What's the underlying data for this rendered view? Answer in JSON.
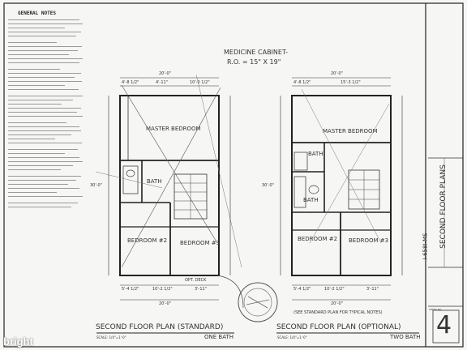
{
  "notes": {
    "title": "GENERAL NOTES"
  },
  "header": {
    "line1": "MEDICINE CABINET-",
    "line2": "R.O. = 15\" X 19\""
  },
  "plan_left": {
    "title": "SECOND FLOOR PLAN (STANDARD)",
    "subtitle": "ONE BATH",
    "scale": "SCALE: 1/4\"=1'-0\"",
    "rooms": {
      "master": "MASTER BEDROOM",
      "bath": "BATH",
      "bed2": "BEDROOM #2",
      "bed3": "BEDROOM #3"
    },
    "dims": {
      "top_overall": "20'-0\"",
      "top_a": "4'-8 1/2\"",
      "top_b": "4'-11\"",
      "top_c": "10'-0 1/2\"",
      "bot_a": "5'-4 1/2\"",
      "bot_b": "10'-2 1/2\"",
      "bot_c": "3'-11\"",
      "bot_overall": "20'-0\"",
      "left_overall": "30'-0\"",
      "deck": "OPT. DECK"
    }
  },
  "plan_right": {
    "title": "SECOND FLOOR PLAN (OPTIONAL)",
    "subtitle": "TWO BATH",
    "scale": "SCALE: 1/4\"=1'-0\"",
    "note": "(SEE STANDARD PLAN FOR TYPICAL NOTES)",
    "rooms": {
      "master": "MASTER BEDROOM",
      "bath": "BATH",
      "bath2": "BATH",
      "bed2": "BEDROOM #2",
      "bed3": "BEDROOM #3"
    },
    "dims": {
      "top_overall": "20'-0\"",
      "top_a": "4'-8 1/2\"",
      "top_b": "15'-3 1/2\"",
      "bot_a": "5'-4 1/2\"",
      "bot_b": "10'-2 1/2\"",
      "bot_c": "3'-11\"",
      "bot_overall": "20'-0\"",
      "left_overall": "30'-0\""
    }
  },
  "title_block": {
    "rotated_title": "SECOND FLOOR PLANS",
    "drawing_no": "I-658I-MS",
    "sheet_label": "SHEET NO.",
    "sheet_number": "4"
  },
  "watermark": "bright"
}
